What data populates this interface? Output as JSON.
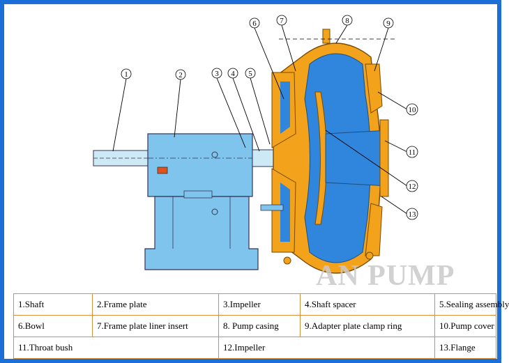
{
  "callouts": [
    {
      "number": "1",
      "label": "Shaft"
    },
    {
      "number": "2",
      "label": "Frame plate"
    },
    {
      "number": "3",
      "label": "Impeller"
    },
    {
      "number": "4",
      "label": "Shaft spacer"
    },
    {
      "number": "5",
      "label": "Sealing assembly"
    },
    {
      "number": "6",
      "label": "Bowl"
    },
    {
      "number": "7",
      "label": "Frame plate liner insert"
    },
    {
      "number": "8",
      "label": "Pump casing"
    },
    {
      "number": "9",
      "label": "Adapter plate clamp ring"
    },
    {
      "number": "10",
      "label": "Pump cover"
    },
    {
      "number": "11",
      "label": "Throat bush"
    },
    {
      "number": "12",
      "label": "Impeller"
    },
    {
      "number": "13",
      "label": "Flange"
    }
  ],
  "legend_rows": [
    [
      "1.Shaft",
      "2.Frame plate",
      "3.Impeller",
      "4.Shaft spacer",
      "5.Sealing assembly"
    ],
    [
      "6.Bowl",
      "7.Frame plate liner insert",
      "8. Pump casing",
      "9.Adapter plate clamp ring",
      "10.Pump cover"
    ],
    [
      "11.Throat bush",
      "12.Impeller",
      "13.Flange"
    ]
  ],
  "watermark": "AN PUMP",
  "colors": {
    "border": "#1c6fd6",
    "frame_body": "#7fc4ec",
    "pump_water": "#2f86dc",
    "casing": "#f2a21b",
    "legend_border": "#d98e3a"
  }
}
